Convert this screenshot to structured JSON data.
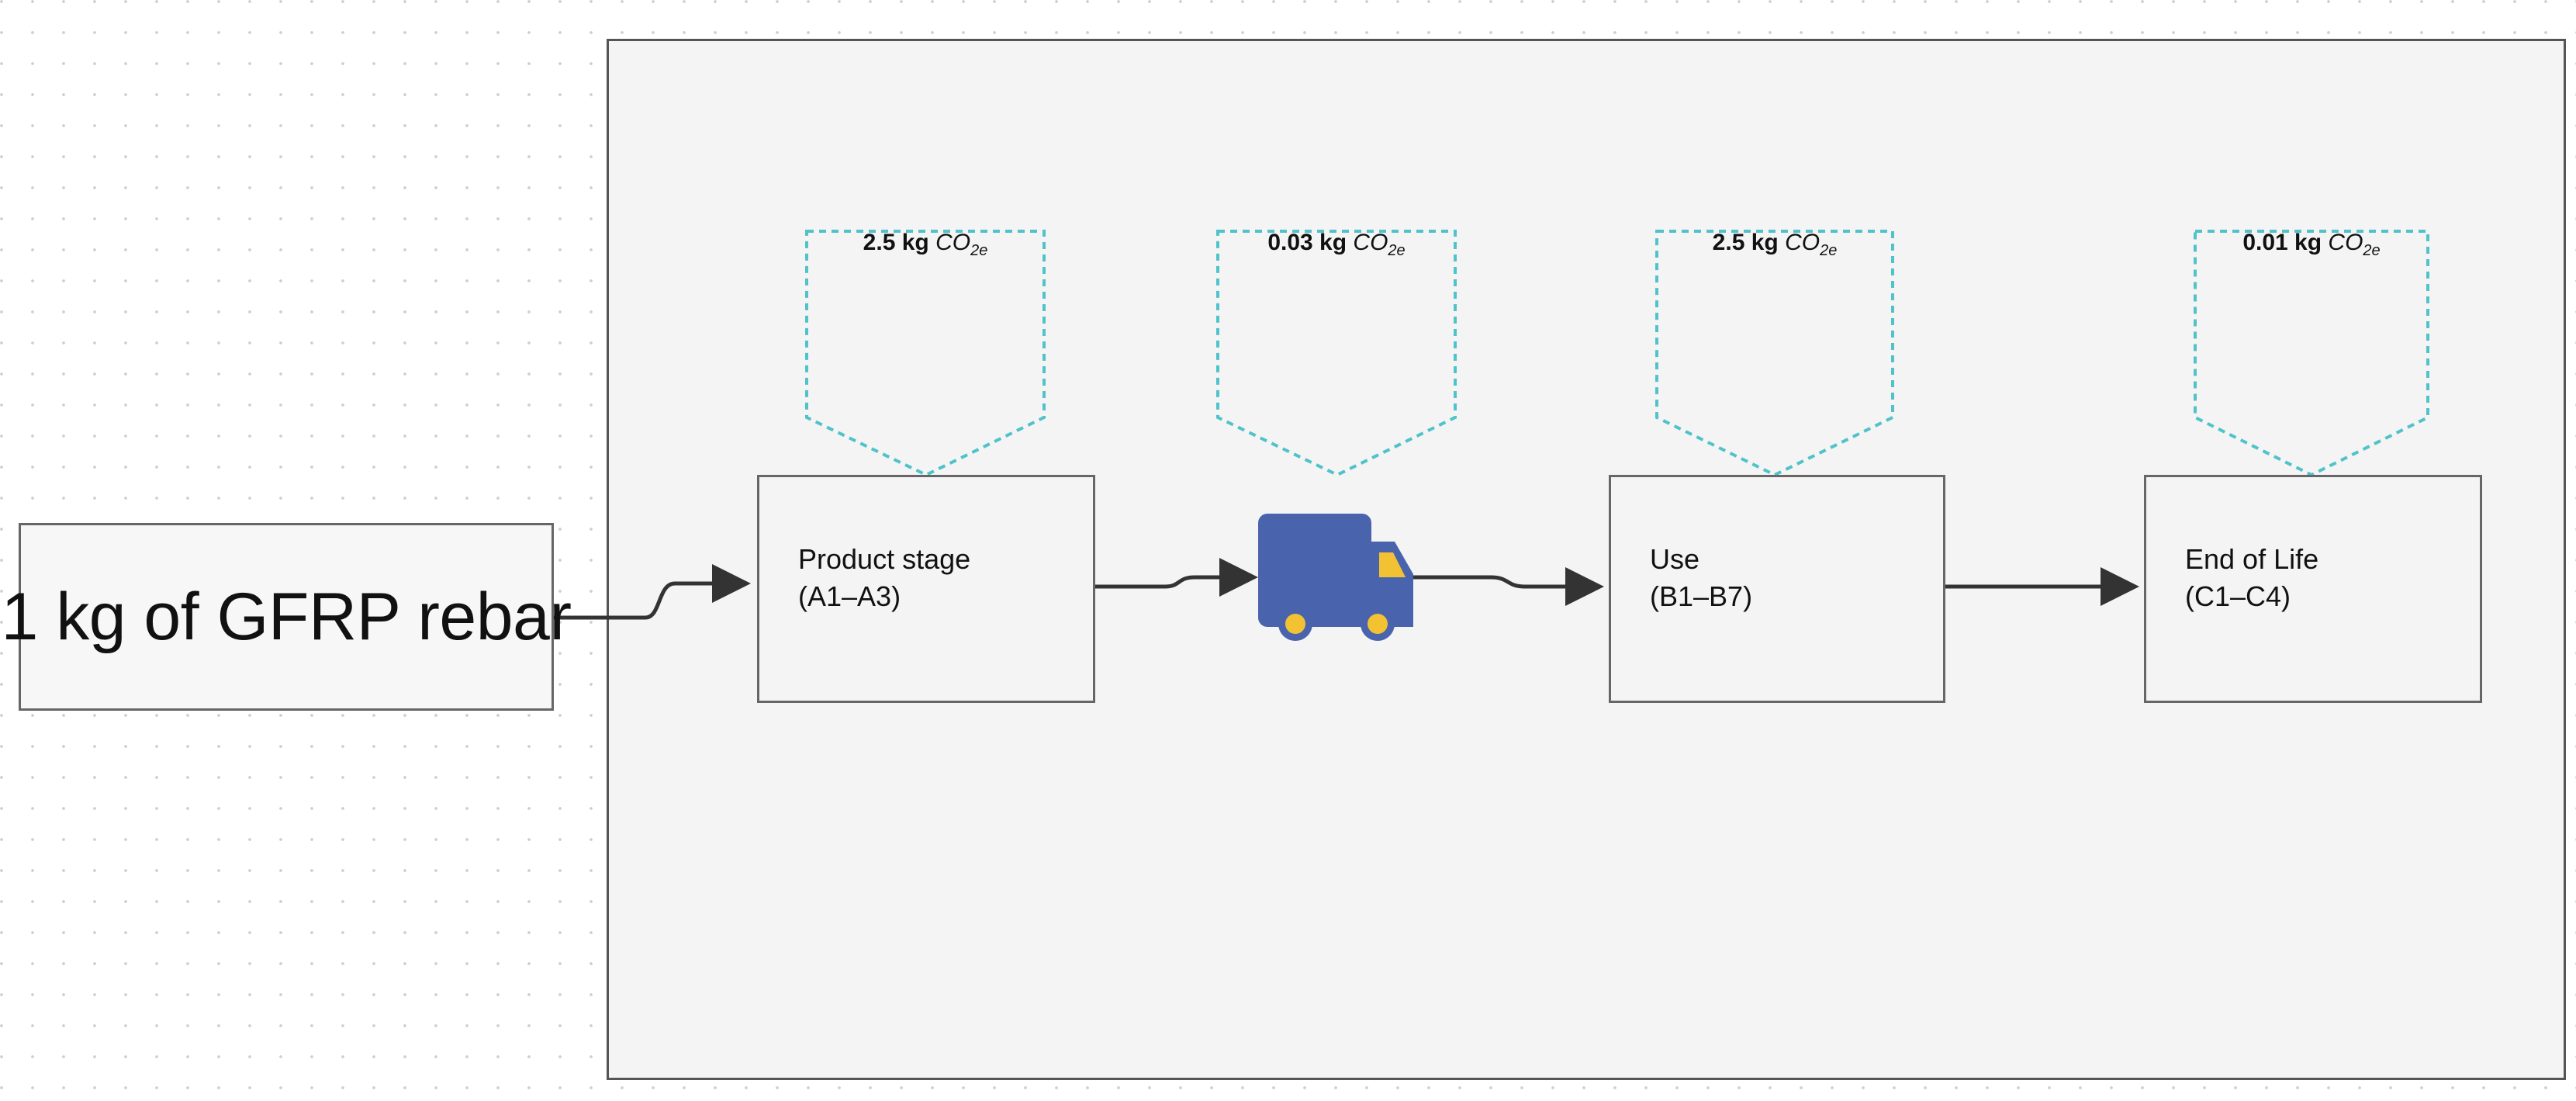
{
  "input": {
    "label": "1 kg of GFRP rebar"
  },
  "stages": {
    "product": {
      "line1": "Product stage",
      "line2": "(A1–A3)"
    },
    "use": {
      "line1": "Use",
      "line2": "(B1–B7)"
    },
    "end_of_life": {
      "line1": "End of Life",
      "line2": "(C1–C4)"
    }
  },
  "emissions": {
    "product": {
      "value": "2.5 kg",
      "symbol": "CO",
      "subscript": "2e"
    },
    "transport": {
      "value": "0.03 kg",
      "symbol": "CO",
      "subscript": "2e"
    },
    "use": {
      "value": "2.5 kg",
      "symbol": "CO",
      "subscript": "2e"
    },
    "end_of_life": {
      "value": "0.01 kg",
      "symbol": "CO",
      "subscript": "2e"
    }
  },
  "transport_icon": "truck-icon",
  "colors": {
    "emission_outline": "#4fc3c9",
    "truck_body": "#4a63ad",
    "truck_window": "#f2c233",
    "wheel": "#f2c233",
    "arrow": "#333333"
  }
}
